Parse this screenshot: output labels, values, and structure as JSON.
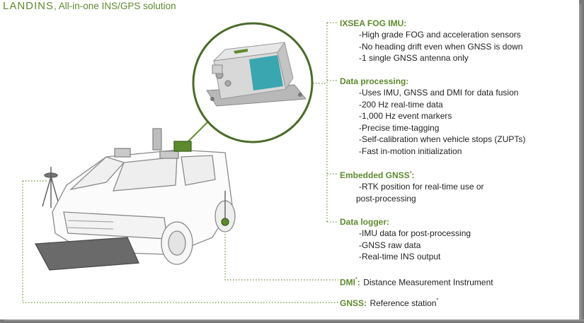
{
  "title": {
    "brand": "LANDINS",
    "subtitle": ", All-in-one INS/GPS solution"
  },
  "sections": {
    "imu": {
      "heading": "IXSEA FOG IMU:",
      "items": [
        "-High grade FOG and acceleration sensors",
        "-No heading drift even when GNSS is down",
        "-1 single GNSS antenna only"
      ]
    },
    "processing": {
      "heading": "Data processing:",
      "items": [
        "-Uses IMU, GNSS and DMI for data fusion",
        "-200 Hz real-time data",
        "-1,000 Hz event markers",
        "-Precise time-tagging",
        "-Self-calibration when vehicle stops (ZUPTs)",
        "-Fast in-motion initialization"
      ]
    },
    "gnss_embedded": {
      "heading": "Embedded GNSS",
      "heading_sup": "*",
      "heading_suffix": ":",
      "items": [
        "-RTK position for real-time use or",
        "post-processing"
      ]
    },
    "logger": {
      "heading": "Data logger:",
      "items": [
        "-IMU data for post-processing",
        "-GNSS raw data",
        "-Real-time INS output"
      ]
    },
    "dmi": {
      "heading": "DMI",
      "heading_sup": "*",
      "heading_suffix": ":",
      "text": "Distance Measurement Instrument"
    },
    "gnss_ref": {
      "heading": "GNSS:",
      "text": "Reference station",
      "text_sup": "*"
    }
  },
  "colors": {
    "accent": "#5e8a2e",
    "teal_panel": "#3aa6b0",
    "text": "#222222"
  }
}
